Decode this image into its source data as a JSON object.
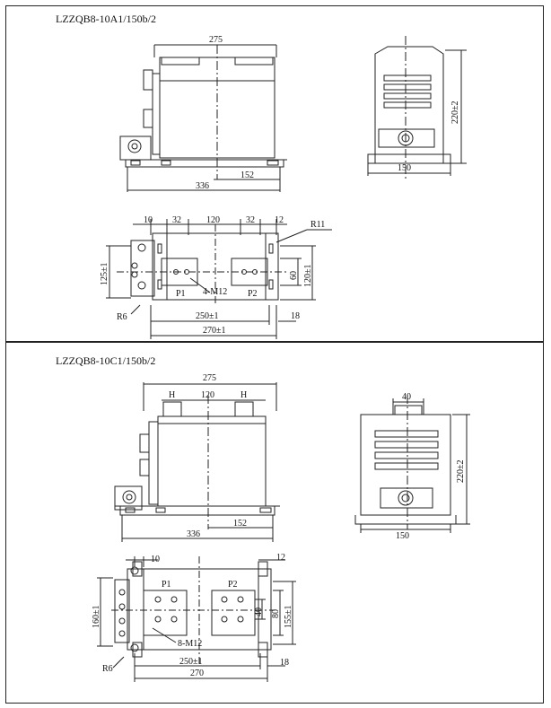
{
  "section_a": {
    "model": "LZZQB8-10A1/150b/2",
    "front": {
      "width": "275",
      "length": "336",
      "offset": "152"
    },
    "side": {
      "height": "220±2",
      "width": "150"
    },
    "plan": {
      "d10": "10",
      "d32a": "32",
      "d120": "120",
      "d32b": "32",
      "d12": "12",
      "r11": "R11",
      "d125": "125±1",
      "d60": "60",
      "d120v": "120±1",
      "p1": "P1",
      "p2": "P2",
      "bolts": "4-M12",
      "r6": "R6",
      "d250": "250±1",
      "d18": "18",
      "d270": "270±1"
    }
  },
  "section_c": {
    "model": "LZZQB8-10C1/150b/2",
    "front": {
      "width": "275",
      "h1": "H",
      "d120": "120",
      "h2": "H",
      "offset": "152",
      "length": "336"
    },
    "side": {
      "d40": "40",
      "height": "220±2",
      "width": "150"
    },
    "plan": {
      "d10": "10",
      "d12": "12",
      "p1": "P1",
      "p2": "P2",
      "d160": "160±1",
      "d40v": "40",
      "d80": "80",
      "d155": "155±1",
      "bolts": "8-M12",
      "r6": "R6",
      "d250": "250±1",
      "d18": "18",
      "d270": "270"
    }
  }
}
